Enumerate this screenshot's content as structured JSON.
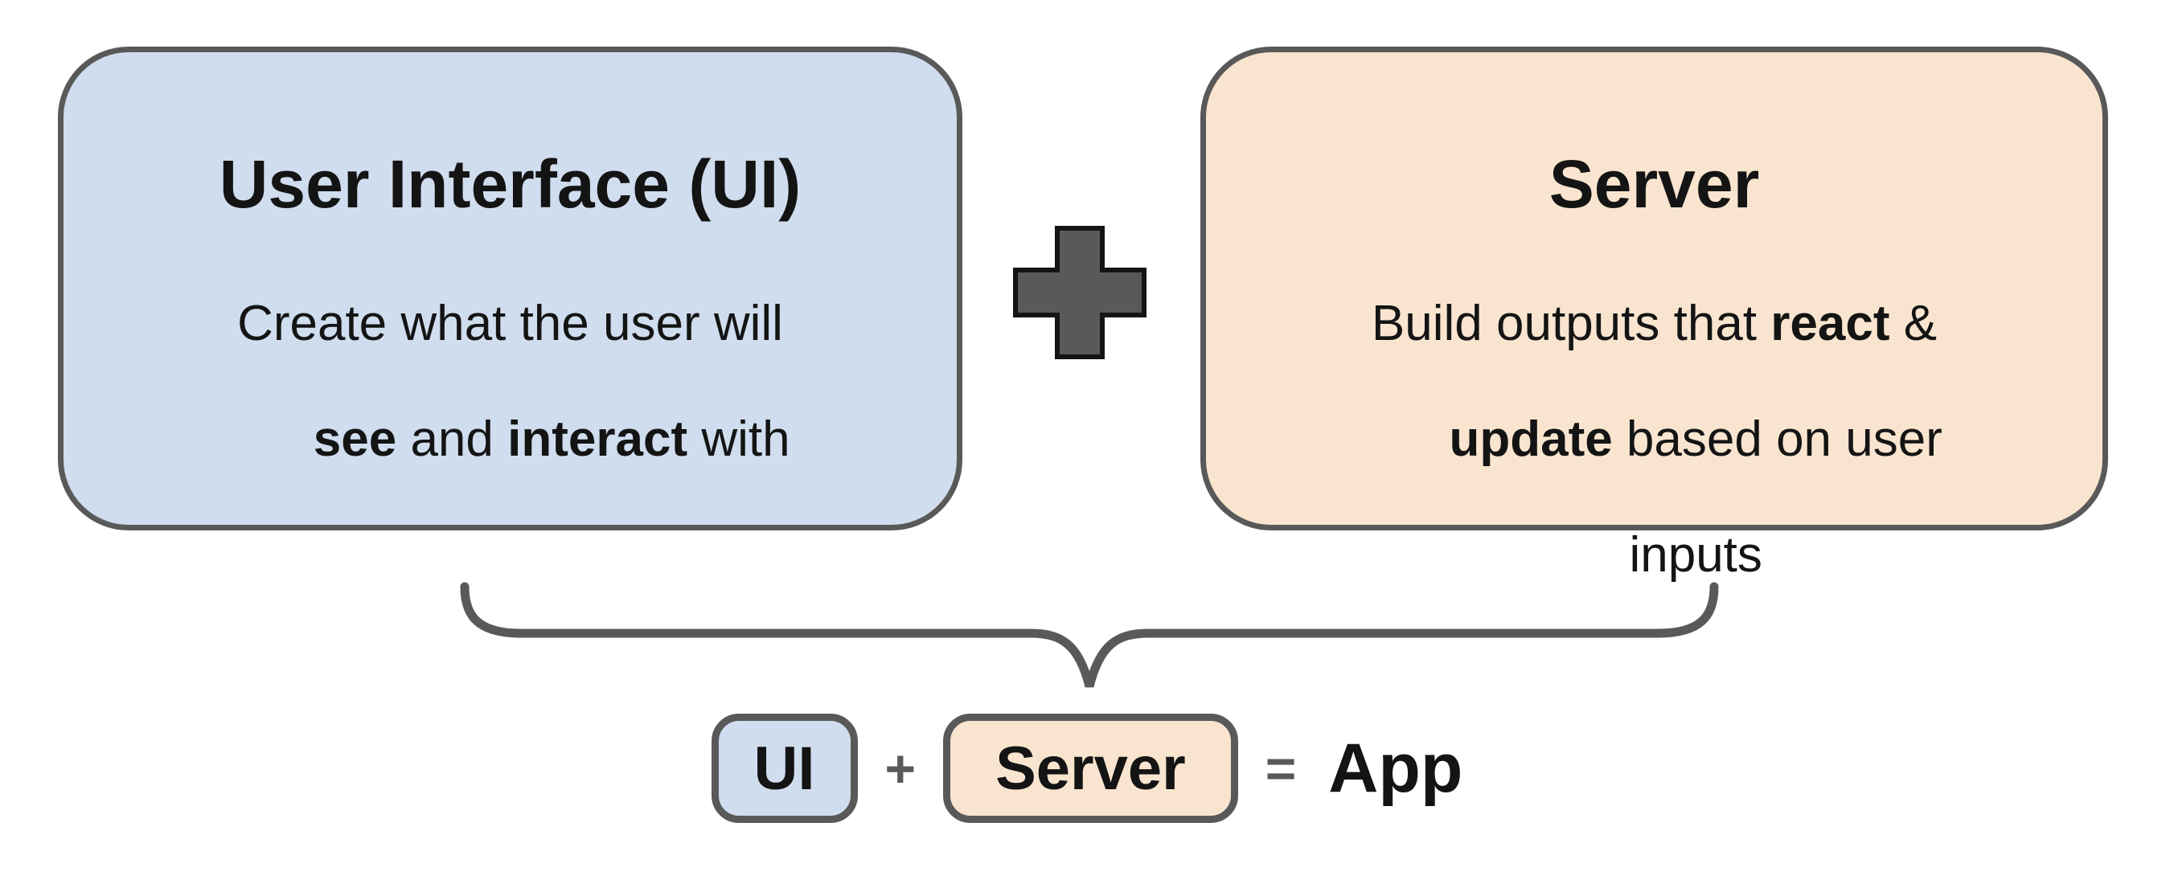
{
  "colors": {
    "ui_fill": "#cfddee",
    "server_fill": "#f9e5cf",
    "outline_gray": "#595959",
    "text_black": "#141414",
    "background": "#ffffff"
  },
  "ui_box": {
    "title": "User Interface (UI)",
    "body": {
      "line1": "Create what the user will",
      "line2_bold_a": "see",
      "line2_mid": " and ",
      "line2_bold_b": "interact",
      "line2_tail": " with"
    }
  },
  "plus_symbol": "+",
  "server_box": {
    "title": "Server",
    "body": {
      "line1_head": "Build outputs that ",
      "line1_bold": "react",
      "line1_tail": " &",
      "line2_bold": "update",
      "line2_tail": " based on user",
      "line3": "inputs"
    }
  },
  "equation": {
    "ui_label": "UI",
    "plus": "+",
    "server_label": "Server",
    "equals": "=",
    "result": "App"
  }
}
